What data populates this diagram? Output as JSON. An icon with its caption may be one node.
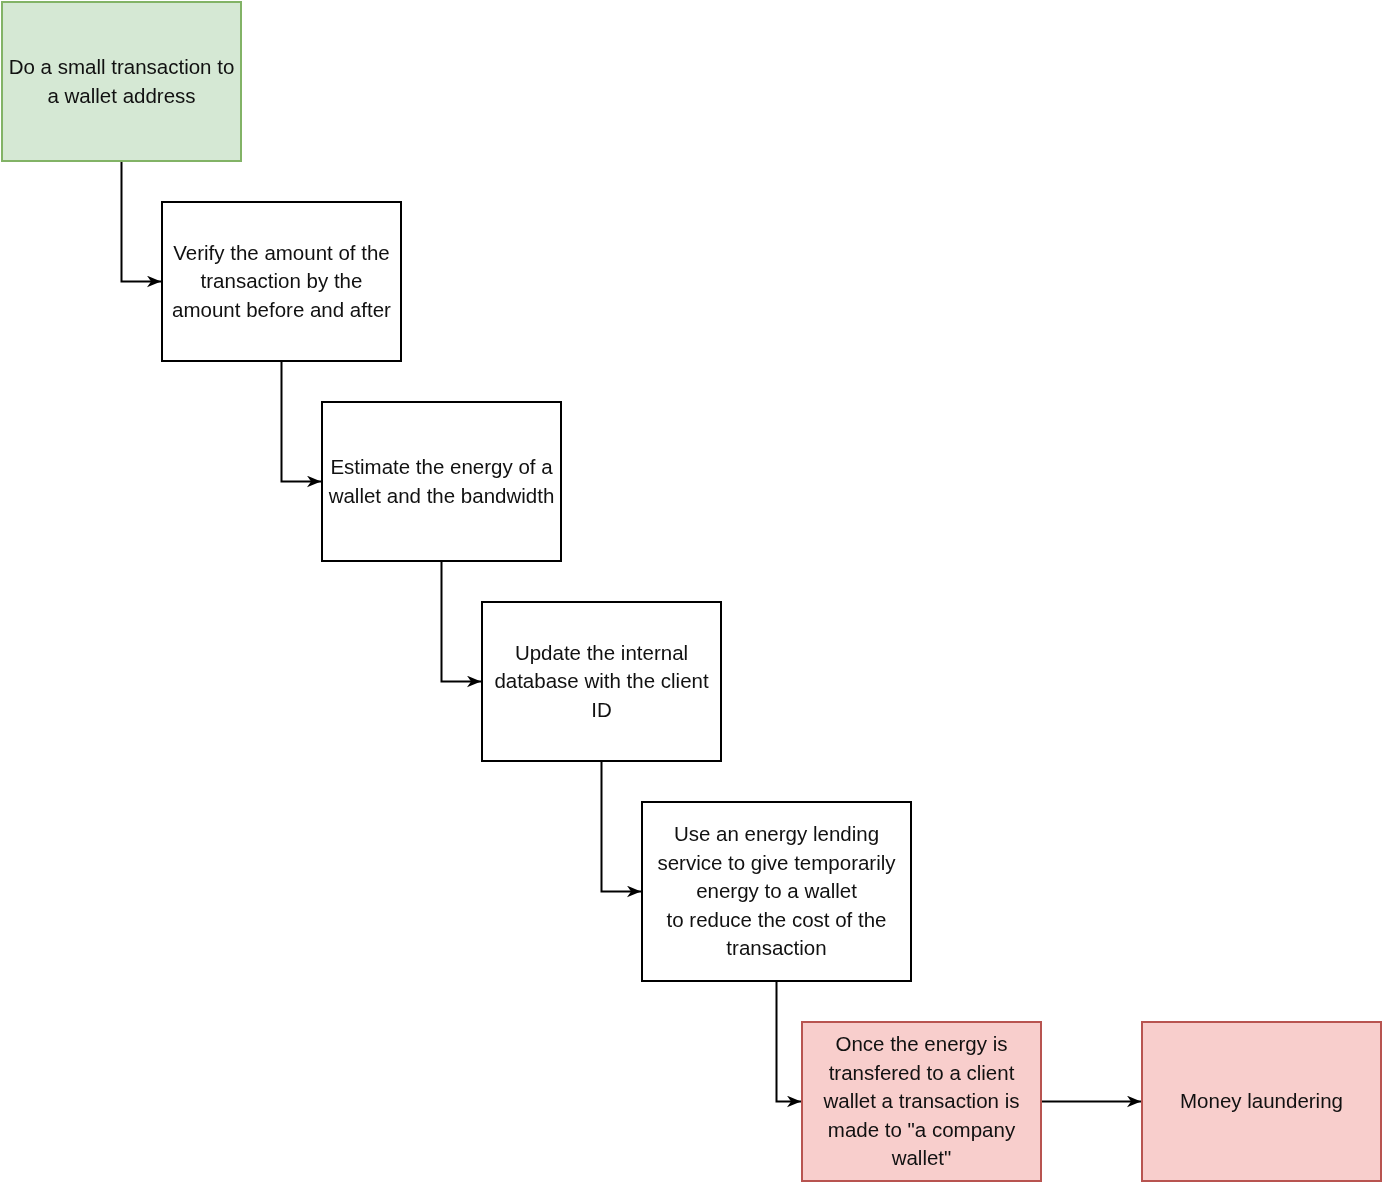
{
  "diagram": {
    "nodes": [
      {
        "text": [
          "Do a small transaction to a wallet address"
        ]
      },
      {
        "text": [
          "Verify the amount of the transaction by the amount before and after"
        ]
      },
      {
        "text": [
          "Estimate the energy of a wallet and the bandwidth"
        ]
      },
      {
        "text": [
          "Update the internal database with the client ID"
        ]
      },
      {
        "text": [
          "Use an energy lending service to give temporarily energy to a wallet",
          "to reduce the cost of the transaction"
        ]
      },
      {
        "text": [
          "Once the energy is transfered to a client wallet a transaction is made to \"a company wallet\""
        ]
      },
      {
        "text": [
          "Money laundering"
        ]
      }
    ],
    "edges": [
      {
        "from": 0,
        "to": 1,
        "arrow": "to"
      },
      {
        "from": 1,
        "to": 2,
        "arrow": "to"
      },
      {
        "from": 2,
        "to": 3,
        "arrow": "to"
      },
      {
        "from": 3,
        "to": 4,
        "arrow": "to"
      },
      {
        "from": 4,
        "to": 5,
        "arrow": "to"
      },
      {
        "from": 5,
        "to": 6,
        "arrow": "to"
      }
    ]
  }
}
